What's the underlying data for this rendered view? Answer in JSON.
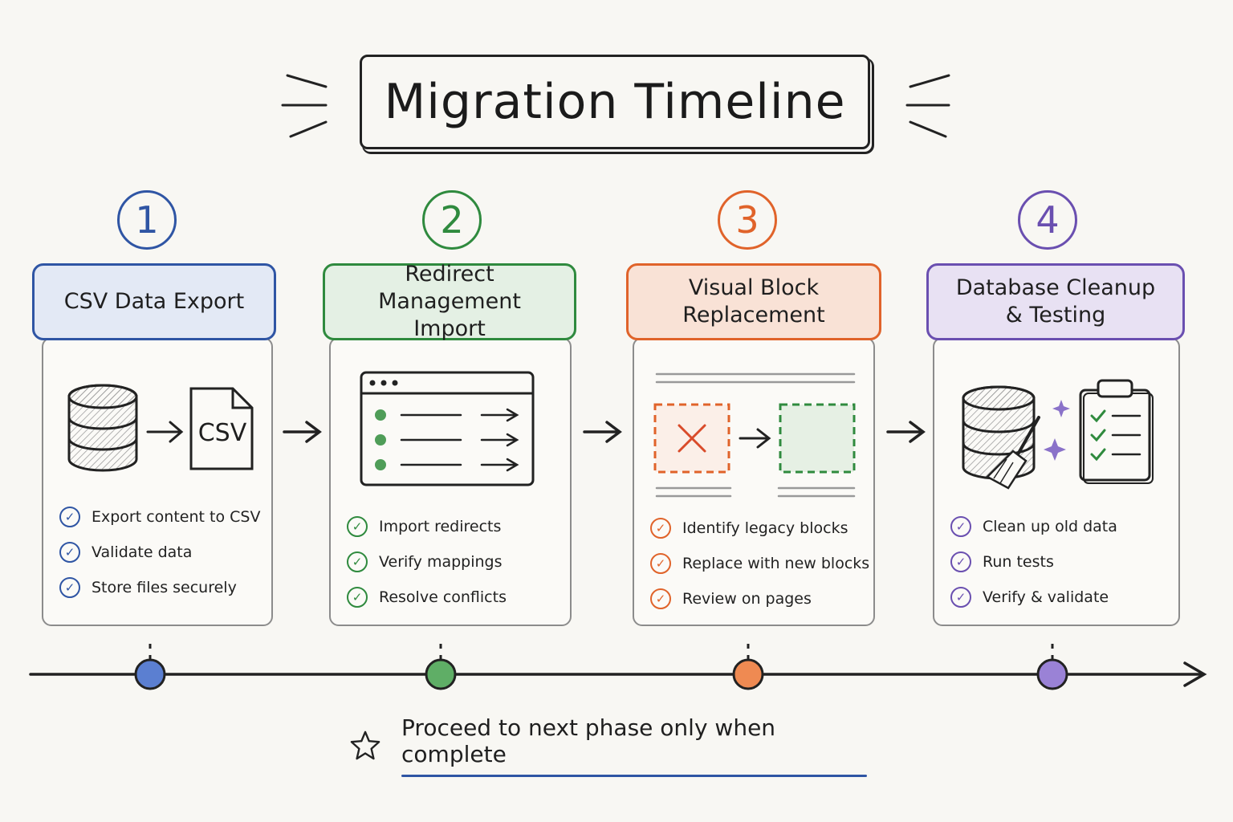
{
  "title": "Migration Timeline",
  "colors": {
    "blue": "#2f55a4",
    "green": "#2f8a3e",
    "orange": "#e0632a",
    "purple": "#6a4fb0",
    "ink": "#1f1f1f"
  },
  "phases": [
    {
      "number": "1",
      "title_lines": [
        "CSV Data Export",
        ""
      ],
      "icon_label": "CSV",
      "tasks": [
        "Export content to CSV",
        "Validate data",
        "Store files securely"
      ]
    },
    {
      "number": "2",
      "title_lines": [
        "Redirect Management",
        "Import"
      ],
      "tasks": [
        "Import redirects",
        "Verify mappings",
        "Resolve conflicts"
      ]
    },
    {
      "number": "3",
      "title_lines": [
        "Visual Block",
        "Replacement"
      ],
      "tasks": [
        "Identify legacy blocks",
        "Replace with new blocks",
        "Review on pages"
      ]
    },
    {
      "number": "4",
      "title_lines": [
        "Database Cleanup",
        "& Testing"
      ],
      "tasks": [
        "Clean up old data",
        "Run tests",
        "Verify & validate"
      ]
    }
  ],
  "footer_note": "Proceed to next phase only when complete"
}
